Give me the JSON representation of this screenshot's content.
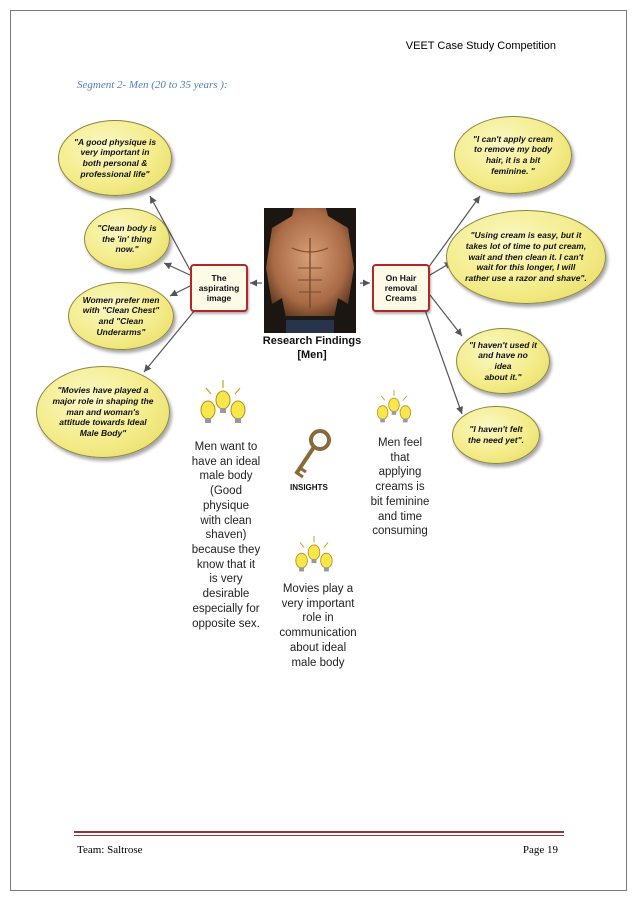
{
  "header": {
    "title": "VEET Case Study Competition"
  },
  "segment": {
    "title": "Segment 2- Men (20 to 35 years ):"
  },
  "left_bubbles": [
    {
      "text": "\"A good physique is\nvery important in\nboth personal &\nprofessional life\""
    },
    {
      "text": "\"Clean body is\nthe 'in' thing\nnow.\""
    },
    {
      "text": "Women prefer men\nwith \"Clean Chest\"\nand \"Clean\nUnderarms\""
    },
    {
      "text": "\"Movies have played a\nmajor role in shaping the\nman and woman's\nattitude towards Ideal\nMale Body\""
    }
  ],
  "right_bubbles": [
    {
      "text": "\"I can't apply cream\nto remove my body\nhair, it is a bit\nfeminine. \""
    },
    {
      "text": "\"Using cream is easy, but it\ntakes lot of time to put cream,\nwait and then clean it. I can't\nwait for this longer, I will\nrather use a razor and shave\"."
    },
    {
      "text": "\"I haven't used it\nand have no idea\nabout it.\""
    },
    {
      "text": "\"I haven't felt\nthe need yet\"."
    }
  ],
  "hubs": {
    "left": "The\naspirating\nimage",
    "right": "On Hair\nremoval\nCreams"
  },
  "research": {
    "title": "Research Findings\n[Men]"
  },
  "insights": {
    "label": "INSIGHTS",
    "left": "Men want to\nhave an ideal\nmale body\n(Good\nphysique\nwith clean\nshaven)\nbecause they\nknow that it\nis very\ndesirable\nespecially for\nopposite sex.",
    "right": "Men feel\nthat\napplying\ncreams is\nbit feminine\nand time\nconsuming",
    "center": "Movies play a\nvery important\nrole in\ncommunication\nabout ideal\nmale body"
  },
  "footer": {
    "team": "Team: Saltrose",
    "page": "Page 19"
  },
  "colors": {
    "accent_blue": "#4f81bd",
    "rule_red": "#943634",
    "bubble_yellow": "#f4ec8a",
    "hub_border": "#b02828"
  },
  "icons": [
    "key-icon",
    "lightbulb-icon"
  ]
}
